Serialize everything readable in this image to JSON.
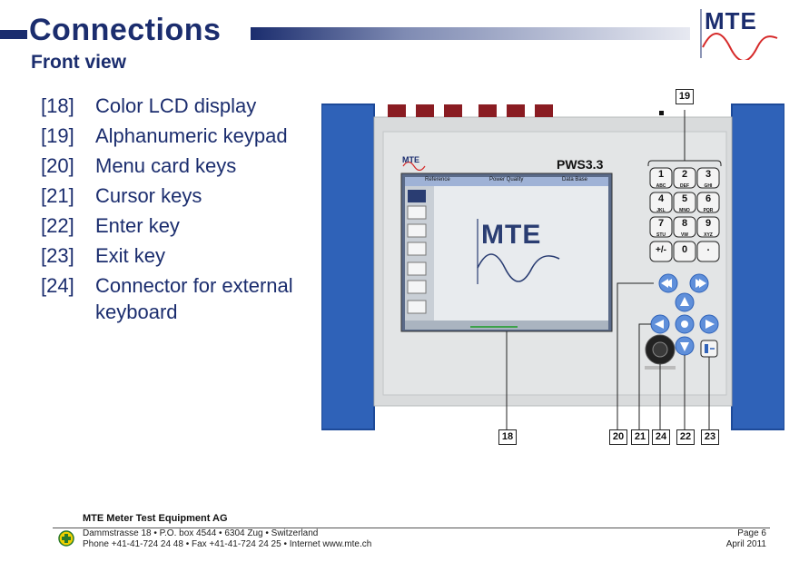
{
  "header": {
    "title": "Connections",
    "subtitle": "Front view",
    "logo_text": "MTE"
  },
  "items": [
    {
      "num": "[18]",
      "label": "Color LCD display"
    },
    {
      "num": "[19]",
      "label": "Alphanumeric keypad"
    },
    {
      "num": "[20]",
      "label": "Menu card keys"
    },
    {
      "num": "[21]",
      "label": "Cursor keys"
    },
    {
      "num": "[22]",
      "label": "Enter key"
    },
    {
      "num": "[23]",
      "label": "Exit key"
    },
    {
      "num": "[24]",
      "label": "Connector for external keyboard"
    }
  ],
  "device": {
    "brand": "MTE",
    "model": "PWS3.3",
    "screen_tabs": [
      "Reference",
      "Power Quality",
      "Data Base"
    ],
    "screen_logo": "MTE",
    "keypad": [
      {
        "digit": "1",
        "letters": "ABC"
      },
      {
        "digit": "2",
        "letters": "DEF"
      },
      {
        "digit": "3",
        "letters": "GHI"
      },
      {
        "digit": "4",
        "letters": "JKL"
      },
      {
        "digit": "5",
        "letters": "MNO"
      },
      {
        "digit": "6",
        "letters": "PQR"
      },
      {
        "digit": "7",
        "letters": "STU"
      },
      {
        "digit": "8",
        "letters": "VW"
      },
      {
        "digit": "9",
        "letters": "XYZ"
      },
      {
        "digit": "+/-",
        "letters": ""
      },
      {
        "digit": "0",
        "letters": ""
      },
      {
        "digit": ".",
        "letters": ""
      }
    ],
    "callouts": {
      "c18": "18",
      "c19": "19",
      "c20": "20",
      "c21": "21",
      "c22": "22",
      "c23": "23",
      "c24": "24"
    }
  },
  "footer": {
    "company": "MTE Meter Test Equipment AG",
    "address_line1": "Dammstrasse 18 • P.O. box 4544 • 6304 Zug • Switzerland",
    "address_line2": "Phone +41-41-724 24 48 • Fax +41-41-724 24 25 • Internet www.mte.ch",
    "page": "Page 6",
    "date": "April 2011"
  },
  "colors": {
    "brand_navy": "#1b2d6e",
    "logo_red": "#d62a2a",
    "device_blue": "#2f62b8",
    "device_grey": "#d9dbdc"
  }
}
